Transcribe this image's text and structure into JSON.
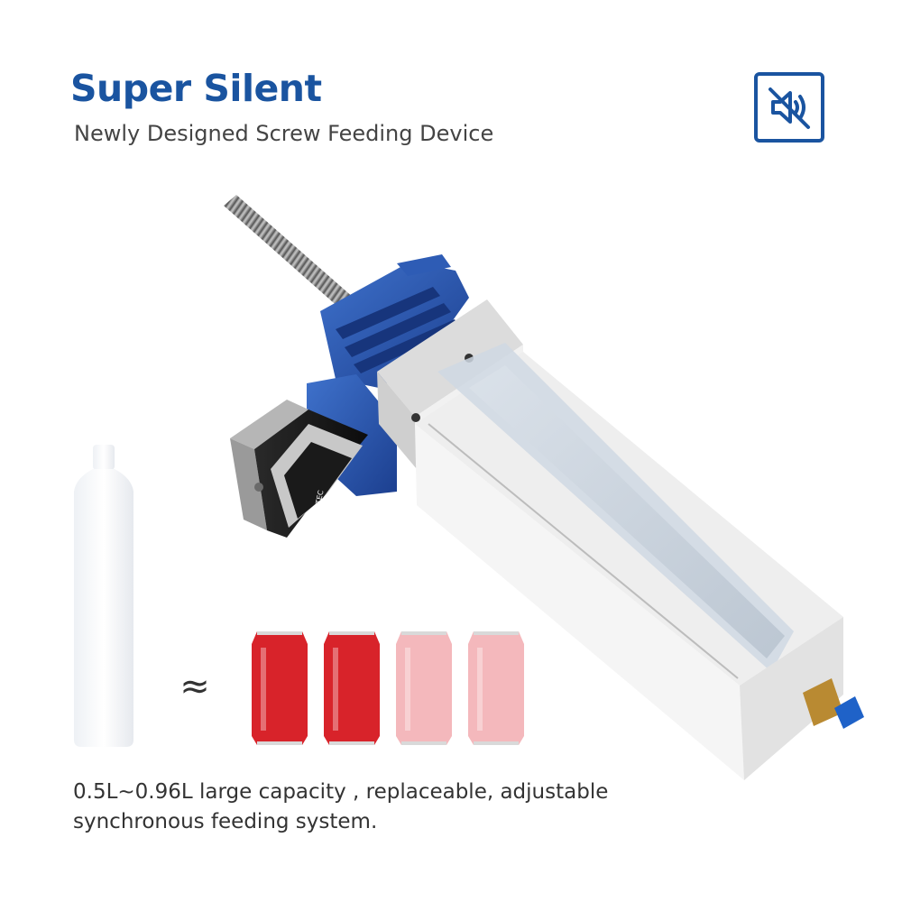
{
  "header": {
    "title": "Super Silent",
    "subtitle": "Newly Designed Screw Feeding Device"
  },
  "mute_badge": {
    "icon": "speaker-muted-icon",
    "color": "#1a54a0"
  },
  "device": {
    "motor_label": "TOPTEC"
  },
  "comparison": {
    "symbol": "≈",
    "cartridge_icon": "cartridge-tube",
    "cans": [
      {
        "icon": "soda-can",
        "color": "#d8232a"
      },
      {
        "icon": "soda-can",
        "color": "#d8232a"
      },
      {
        "icon": "soda-can",
        "color": "#f4b8bc"
      },
      {
        "icon": "soda-can",
        "color": "#f4b8bc"
      }
    ]
  },
  "caption": {
    "line1": "0.5L~0.96L large capacity , replaceable, adjustable",
    "line2": "synchronous feeding system."
  }
}
